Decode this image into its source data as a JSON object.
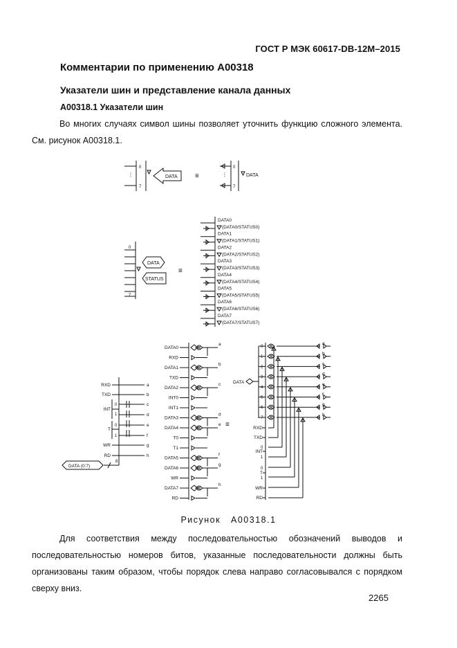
{
  "header": {
    "standard": "ГОСТ Р МЭК 60617-DB-12M–2015"
  },
  "heading1": "Комментарии по применению A00318",
  "heading2": "Указатели шин и представление канала данных",
  "heading3": "A00318.1 Указатели шин",
  "paragraph1": "Во многих случаях символ шины позволяет уточнить функцию сложного элемента. См. рисунок A00318.1.",
  "figure": {
    "caption": "Рисунок   A00318.1",
    "equiv": "≡",
    "top_left": {
      "n0": "0",
      "n7": "7",
      "label": "DATA"
    },
    "top_right": {
      "n0": "0",
      "n7": "7",
      "label": "DATA"
    },
    "mid_left": {
      "n0": "0",
      "n7": "7",
      "flag1": "DATA",
      "flag2": "STATUS"
    },
    "mid_right": {
      "items": [
        {
          "name": "DATA0",
          "alt": "(DATA0/STATUS0)"
        },
        {
          "name": "DATA1",
          "alt": "(DATA1/STATUS1)"
        },
        {
          "name": "DATA2",
          "alt": "(DATA2/STATUS2)"
        },
        {
          "name": "DATA3",
          "alt": "(DATA3/STATUS3)"
        },
        {
          "name": "DATA4",
          "alt": "(DATA4/STATUS4)"
        },
        {
          "name": "DATA5",
          "alt": "(DATA5/STATUS5)"
        },
        {
          "name": "DATA6",
          "alt": "(DATA6/STATUS6)"
        },
        {
          "name": "DATA7",
          "alt": "(DATA7/STATUS7)"
        }
      ]
    },
    "bottom_left": {
      "signals": [
        "RXD",
        "TXD",
        "INT",
        "T",
        "WR",
        "RD"
      ],
      "nums": [
        "0",
        "1",
        "0",
        "1"
      ],
      "outs": [
        "a",
        "b",
        "c",
        "d",
        "e",
        "f",
        "g",
        "h"
      ],
      "bus": "DATA (0:7)",
      "width": "8"
    },
    "bottom_mid": {
      "rows": [
        {
          "label": "DATA0",
          "out": "a"
        },
        {
          "label": "RXD",
          "out": ""
        },
        {
          "label": "DATA1",
          "out": "b"
        },
        {
          "label": "TXD",
          "out": ""
        },
        {
          "label": "DATA2",
          "out": "c"
        },
        {
          "label": "INT0",
          "out": ""
        },
        {
          "label": "INT1",
          "out": ""
        },
        {
          "label": "DATA3",
          "out": "d"
        },
        {
          "label": "DATA4",
          "out": "e"
        },
        {
          "label": "T0",
          "out": ""
        },
        {
          "label": "T1",
          "out": ""
        },
        {
          "label": "DATA5",
          "out": "f"
        },
        {
          "label": "DATA6",
          "out": "g"
        },
        {
          "label": "WR",
          "out": ""
        },
        {
          "label": "DATA7",
          "out": "h"
        },
        {
          "label": "RD",
          "out": ""
        }
      ]
    },
    "bottom_right": {
      "bus": "DATA",
      "nums": [
        "0",
        "1",
        "2",
        "3",
        "4",
        "5",
        "6",
        "7"
      ],
      "outs": [
        "a",
        "b",
        "c",
        "d",
        "e",
        "f",
        "g",
        "h"
      ],
      "signals": [
        "RXD",
        "TXD",
        "INT",
        "T",
        "WR",
        "RD"
      ],
      "int_nums": [
        "0",
        "1",
        "0",
        "1"
      ]
    }
  },
  "paragraph2": "Для соответствия между последовательностью обозначений выводов и последовательностью номеров битов, указанные последовательности должны быть организованы таким образом, чтобы порядок слева направо согласовывался с порядком сверху вниз.",
  "page_number": "2265"
}
